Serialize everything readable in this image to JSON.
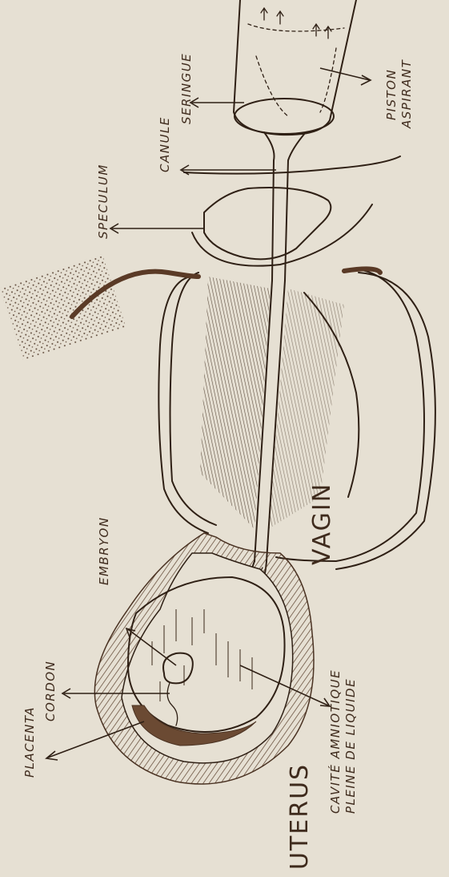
{
  "labels": {
    "seringue": "SERINGUE",
    "piston": "PISTON",
    "aspirant": "ASPIRANT",
    "canule": "CANULE",
    "speculum": "SPECULUM",
    "embryon": "EMBRYON",
    "vagin": "VAGIN",
    "cordon": "CORDON",
    "placenta": "PLACENTA",
    "cavite_line1": "CAVITÉ AMNIOTIQUE",
    "cavite_line2": "PLEINE DE LIQUIDE",
    "uterus": "UTERUS"
  },
  "colors": {
    "background": "#e6e0d3",
    "ink": "#2f2015",
    "brown": "#6b4a33"
  }
}
